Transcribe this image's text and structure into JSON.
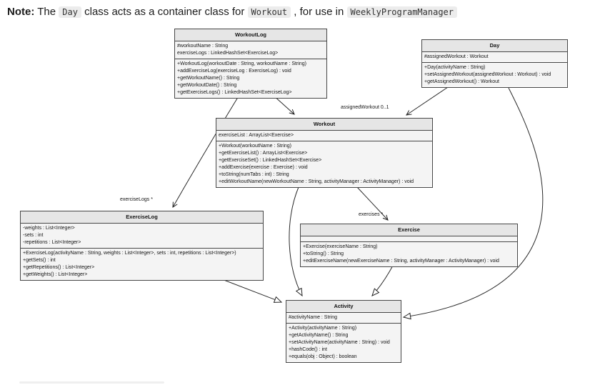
{
  "note": {
    "parts": [
      {
        "t": "Note:",
        "k": "bold"
      },
      {
        "t": " The ",
        "k": "text"
      },
      {
        "t": "Day",
        "k": "code"
      },
      {
        "t": " class acts as a container class for ",
        "k": "text"
      },
      {
        "t": "Workout",
        "k": "code"
      },
      {
        "t": " , for use in ",
        "k": "text"
      },
      {
        "t": "WeeklyProgramManager",
        "k": "code"
      }
    ]
  },
  "diagram": {
    "classes": [
      {
        "name": "WorkoutLog",
        "attributes": [
          "#workoutName : String",
          "exerciseLogs : LinkedHashSet<ExerciseLog>"
        ],
        "methods": [
          "+WorkoutLog(workoutDate : String, workoutName : String)",
          "+addExerciseLog(exerciseLog : ExerciseLog) : void",
          "+getWorkoutName() : String",
          "+getWorkoutDate() : String",
          "+getExerciseLogs() : LinkedHashSet<ExerciseLog>"
        ]
      },
      {
        "name": "Day",
        "attributes": [
          "#assignedWorkout : Workout"
        ],
        "methods": [
          "+Day(activityName : String)",
          "+setAssignedWorkout(assignedWorkout : Workout) : void",
          "+getAssignedWorkout() : Workout"
        ]
      },
      {
        "name": "Workout",
        "attributes": [
          "exerciseList : ArrayList<Exercise>"
        ],
        "methods": [
          "+Workout(workoutName : String)",
          "+getExerciseList() : ArrayList<Exercise>",
          "+getExerciseSet() : LinkedHashSet<Exercise>",
          "+addExercise(exercise : Exercise) : void",
          "+toString(numTabs : int) : String",
          "+editWorkoutName(newWorkoutName : String, activityManager : ActivityManager) : void"
        ]
      },
      {
        "name": "ExerciseLog",
        "attributes": [
          "-weights : List<Integer>",
          "-sets : int",
          "-repetitions : List<Integer>"
        ],
        "methods": [
          "+ExerciseLog(activityName : String, weights : List<Integer>, sets : int, repetitions : List<Integer>)",
          "+getSets() : int",
          "+getRepetitions() : List<Integer>",
          "+getWeights() : List<Integer>"
        ]
      },
      {
        "name": "Exercise",
        "attributes": [],
        "methods": [
          "+Exercise(exerciseName : String)",
          "+toString() : String",
          "+editExerciseName(newExerciseName : String, activityManager : ActivityManager) : void"
        ]
      },
      {
        "name": "Activity",
        "attributes": [
          "#activityName : String"
        ],
        "methods": [
          "+Activity(activityName : String)",
          "+getActivityName() : String",
          "+setActivityName(activityName : String) : void",
          "+hashCode() : int",
          "+equals(obj : Object) : boolean"
        ]
      }
    ],
    "edge_labels": [
      {
        "text": "assignedWorkout 0..1"
      },
      {
        "text": "exerciseLogs *"
      },
      {
        "text": "exercises *"
      }
    ],
    "relations": [
      {
        "from": "WorkoutLog",
        "to": "Workout",
        "type": "association",
        "label": ""
      },
      {
        "from": "Day",
        "to": "Workout",
        "type": "association",
        "label": "assignedWorkout 0..1"
      },
      {
        "from": "WorkoutLog",
        "to": "ExerciseLog",
        "type": "association",
        "label": "exerciseLogs *"
      },
      {
        "from": "Workout",
        "to": "Exercise",
        "type": "association",
        "label": "exercises *"
      },
      {
        "from": "Workout",
        "to": "Activity",
        "type": "generalization",
        "label": ""
      },
      {
        "from": "Exercise",
        "to": "Activity",
        "type": "generalization",
        "label": ""
      },
      {
        "from": "ExerciseLog",
        "to": "Activity",
        "type": "generalization",
        "label": ""
      },
      {
        "from": "Day",
        "to": "Activity",
        "type": "generalization",
        "label": ""
      }
    ]
  }
}
